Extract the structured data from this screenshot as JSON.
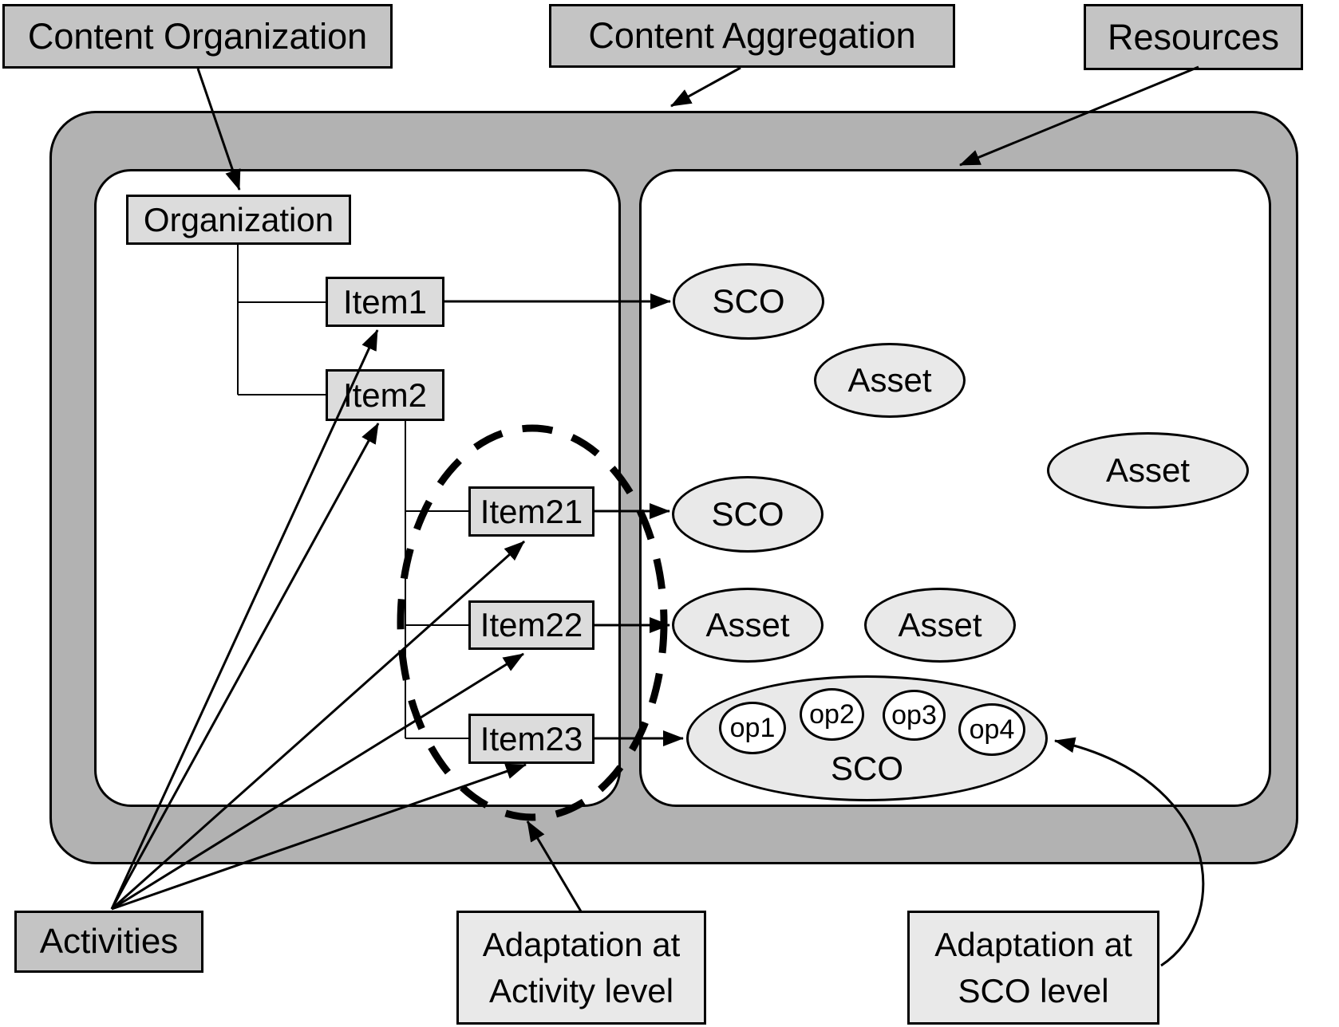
{
  "colors": {
    "band": "#b2b2b2",
    "label_fill": "#c4c4c4",
    "node_fill": "#dcdcdc",
    "ellipse_fill": "#e9e9e9",
    "op_fill": "#ffffff",
    "panel_fill": "#ffffff",
    "stroke": "#000000"
  },
  "top_labels": {
    "content_organization": "Content Organization",
    "content_aggregation": "Content Aggregation",
    "resources": "Resources"
  },
  "tree": {
    "organization": "Organization",
    "items": [
      {
        "label": "Item1"
      },
      {
        "label": "Item2"
      },
      {
        "label": "Item21"
      },
      {
        "label": "Item22"
      },
      {
        "label": "Item23"
      }
    ]
  },
  "resources_panel": {
    "ellipses": [
      {
        "label": "SCO"
      },
      {
        "label": "Asset"
      },
      {
        "label": "Asset"
      },
      {
        "label": "SCO"
      },
      {
        "label": "Asset"
      },
      {
        "label": "Asset"
      }
    ],
    "sco_composite": {
      "label": "SCO",
      "operations": [
        "op1",
        "op2",
        "op3",
        "op4"
      ]
    }
  },
  "bottom_labels": {
    "activities": "Activities",
    "adaptation_activity": {
      "line1": "Adaptation at",
      "line2": "Activity level"
    },
    "adaptation_sco": {
      "line1": "Adaptation at",
      "line2": "SCO level"
    }
  }
}
